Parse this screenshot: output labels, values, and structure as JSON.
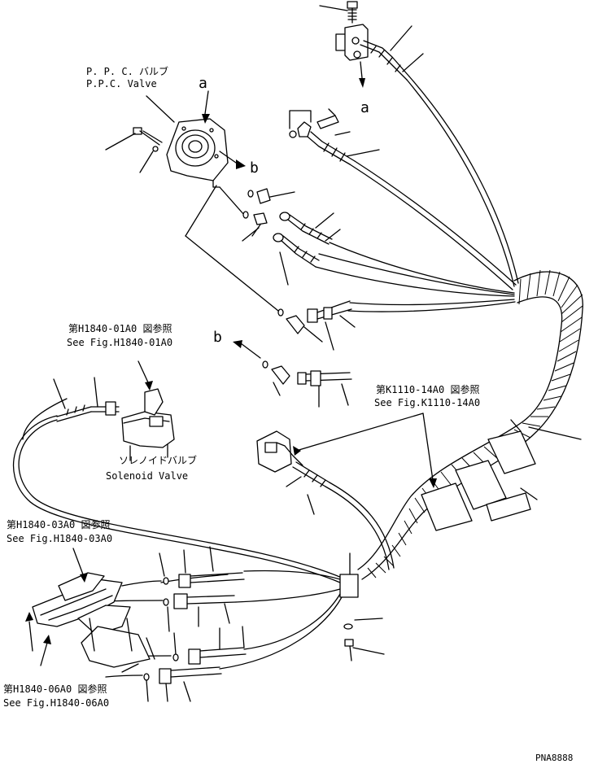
{
  "labels": {
    "ppc_valve_jp": "P. P. C. バルブ",
    "ppc_valve_en": "P.P.C. Valve",
    "ref_a_top": "a",
    "ref_a_right": "a",
    "ref_b_upper": "b",
    "ref_b_lower": "b",
    "fig_h1840_01_jp": "第H1840-01A0 図参照",
    "fig_h1840_01_en": "See Fig.H1840-01A0",
    "fig_k1110_14_jp": "第K1110-14A0 図参照",
    "fig_k1110_14_en": "See Fig.K1110-14A0",
    "solenoid_jp": "ソレノイドバルブ",
    "solenoid_en": "Solenoid Valve",
    "fig_h1840_03_jp": "第H1840-03A0 図参照",
    "fig_h1840_03_en": "See Fig.H1840-03A0",
    "fig_h1840_06_jp": "第H1840-06A0 図参照",
    "fig_h1840_06_en": "See Fig.H1840-06A0",
    "drawing_no": "PNA8888"
  }
}
